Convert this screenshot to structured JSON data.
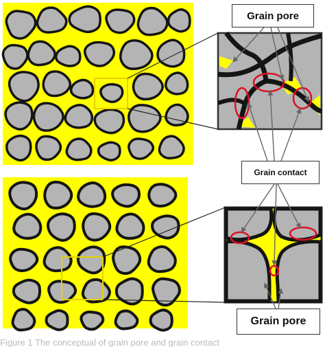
{
  "labels": {
    "grain_pore_top": "Grain pore",
    "grain_contact": "Grain contact",
    "grain_pore_bottom": "Grain pore"
  },
  "caption": "Figure 1  The conceptual of grain pore and grain contact",
  "colors": {
    "pore": "#ffff00",
    "grain": "#b4b4b4",
    "outline": "#151515",
    "highlight": "#e6d200",
    "contact_circle": "#dd1122",
    "arrow": "#666666"
  }
}
